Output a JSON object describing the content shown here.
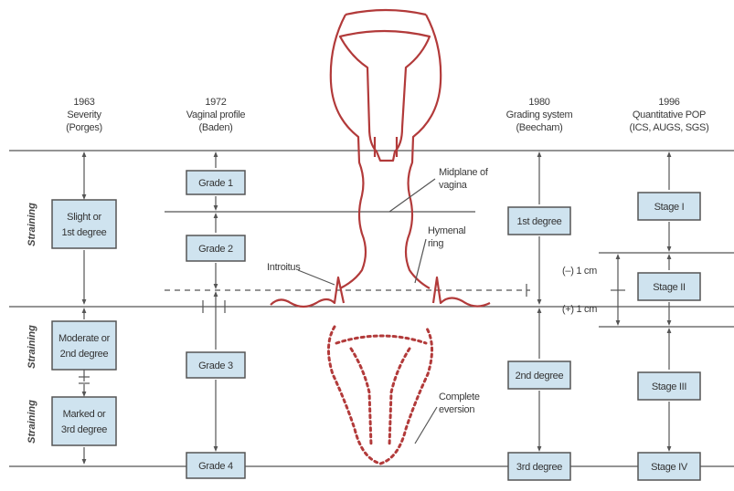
{
  "columns": [
    {
      "year": "1963",
      "name": "Severity",
      "sub": "(Porges)"
    },
    {
      "year": "1972",
      "name": "Vaginal profile",
      "sub": "(Baden)"
    },
    {
      "year": "1980",
      "name": "Grading system",
      "sub": "(Beecham)"
    },
    {
      "year": "1996",
      "name": "Quantitative POP",
      "sub": "(ICS, AUGS, SGS)"
    }
  ],
  "porges": {
    "slight": [
      "Slight or",
      "1st degree"
    ],
    "moderate": [
      "Moderate or",
      "2nd degree"
    ],
    "marked": [
      "Marked or",
      "3rd degree"
    ]
  },
  "baden": {
    "grade1": "Grade 1",
    "grade2": "Grade 2",
    "grade3": "Grade 3",
    "grade4": "Grade 4"
  },
  "beecham": {
    "d1": "1st degree",
    "d2": "2nd degree",
    "d3": "3rd degree"
  },
  "popq": {
    "s1": "Stage I",
    "s2": "Stage II",
    "s3": "Stage III",
    "s4": "Stage IV"
  },
  "straining": "Straining",
  "annotations": {
    "midplane": [
      "Midplane of",
      "vagina"
    ],
    "hymenal": [
      "Hymenal",
      "ring"
    ],
    "introitus": "Introitus",
    "minus_cm": "(–) 1 cm",
    "plus_cm": "(+) 1 cm",
    "eversion": [
      "Complete",
      "eversion"
    ]
  }
}
